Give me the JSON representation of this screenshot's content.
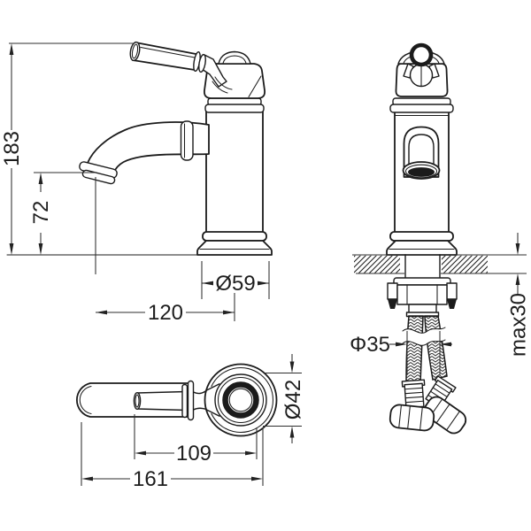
{
  "drawing_type": "faucet-technical-dimension-drawing",
  "colors": {
    "background": "#ffffff",
    "line": "#1b1b1b",
    "dimension_line": "#2d2d2d",
    "text": "#1d1d1d"
  },
  "dimensions": {
    "overall_height": "183",
    "spout_height": "72",
    "base_diameter": "Ø59",
    "spout_reach": "120",
    "counter_max_thickness": "max30",
    "shank_diameter": "Φ35",
    "cap_diameter": "Ø42",
    "handle_length": "109",
    "overall_length": "161"
  }
}
